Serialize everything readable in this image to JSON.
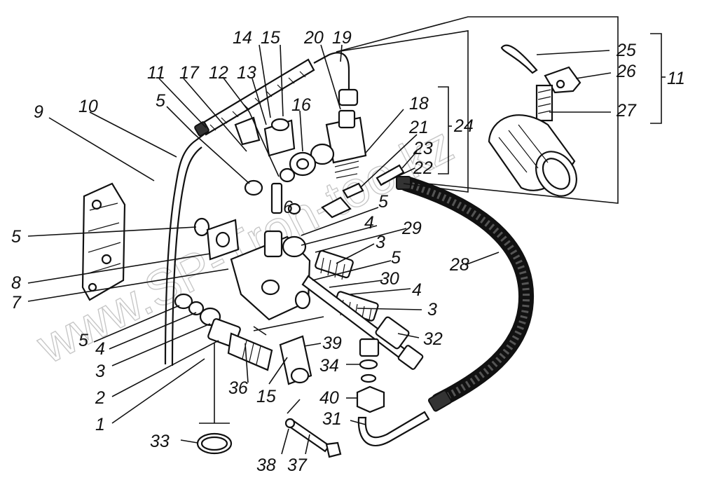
{
  "watermark": "www.SP-Tron-too.kz",
  "callouts": {
    "c1": "1",
    "c2": "2",
    "c3a": "3",
    "c3b": "3",
    "c3c": "3",
    "c4a": "4",
    "c4b": "4",
    "c4c": "4",
    "c5a": "5",
    "c5b": "5",
    "c5c": "5",
    "c5d": "5",
    "c5e": "5",
    "c6": "6",
    "c7": "7",
    "c8": "8",
    "c9": "9",
    "c10": "10",
    "c11a": "11",
    "c11b": "11",
    "c12": "12",
    "c13": "13",
    "c14": "14",
    "c15a": "15",
    "c15b": "15",
    "c16": "16",
    "c17": "17",
    "c18": "18",
    "c19": "19",
    "c20": "20",
    "c21": "21",
    "c22": "22",
    "c23": "23",
    "c24": "24",
    "c25": "25",
    "c26": "26",
    "c27": "27",
    "c28": "28",
    "c29": "29",
    "c30": "30",
    "c31": "31",
    "c32": "32",
    "c33": "33",
    "c34": "34",
    "c36": "36",
    "c37": "37",
    "c38": "38",
    "c39": "39",
    "c40": "40"
  }
}
